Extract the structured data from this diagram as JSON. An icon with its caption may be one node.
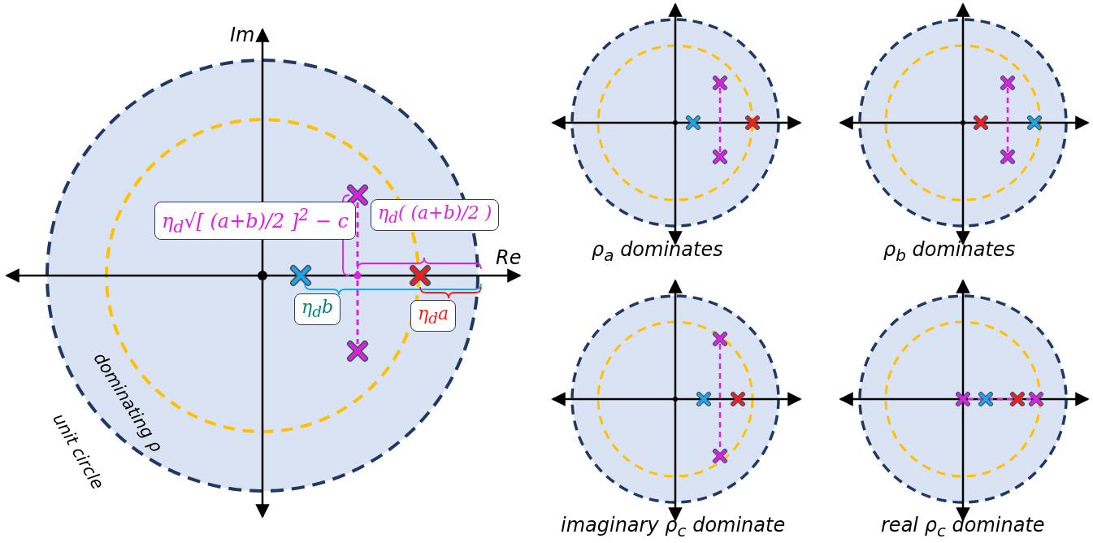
{
  "diagram": {
    "nodes": [
      {
        "text": [],
        "shape": "cross"
      },
      {
        "text": [],
        "shape": "cross"
      },
      {
        "text": [],
        "shape": "cross"
      },
      {
        "text": [],
        "shape": "cross"
      },
      {
        "text": [],
        "shape": "cross"
      },
      {
        "text": [],
        "shape": "cross"
      },
      {
        "text": [],
        "shape": "cross"
      },
      {
        "text": [],
        "shape": "cross"
      },
      {
        "text": [],
        "shape": "cross"
      },
      {
        "text": [],
        "shape": "cross"
      }
    ],
    "edges": [
      {
        "from": 0,
        "to": 1,
        "arrow": "none",
        "style": "dashed"
      },
      {
        "from": 2,
        "to": 3,
        "arrow": "none",
        "style": "dashed"
      },
      {
        "from": 4,
        "to": 5,
        "arrow": "none",
        "style": "dashed"
      },
      {
        "from": 6,
        "to": 7,
        "arrow": "none",
        "style": "dashed"
      },
      {
        "from": 8,
        "to": 9,
        "arrow": "none",
        "style": "dashed"
      }
    ],
    "labels": [
      "Im",
      "Re",
      "η$_{d}$√[ (a+b)/2 ]$^{2}$ − c",
      "η$_{d}$( (a+b)/2 )",
      "η$_{d}$b",
      "η$_{d}$a",
      "dominating ρ",
      "unit circle",
      "ρ$_{a}$ dominates",
      "ρ$_{b}$ dominates",
      "imaginary ρ$_{c}$ dominate",
      "real ρ$_{c}$ dominate"
    ]
  }
}
